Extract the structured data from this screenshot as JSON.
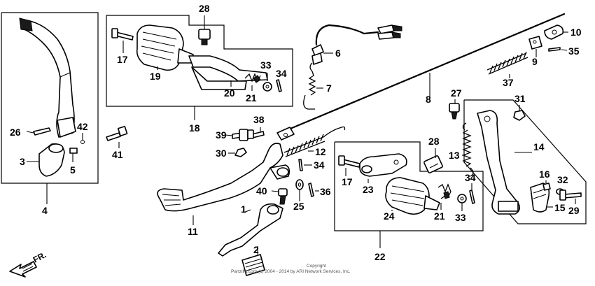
{
  "callouts": {
    "c1": "1",
    "c2": "2",
    "c3": "3",
    "c4": "4",
    "c5": "5",
    "c6": "6",
    "c7": "7",
    "c8": "8",
    "c9": "9",
    "c10": "10",
    "c11": "11",
    "c12": "12",
    "c13": "13",
    "c14": "14",
    "c15": "15",
    "c16": "16",
    "c17a": "17",
    "c17b": "17",
    "c18": "18",
    "c19": "19",
    "c20": "20",
    "c21a": "21",
    "c21b": "21",
    "c22": "22",
    "c23": "23",
    "c24": "24",
    "c25": "25",
    "c26": "26",
    "c27": "27",
    "c28a": "28",
    "c28b": "28",
    "c29": "29",
    "c30": "30",
    "c31": "31",
    "c32": "32",
    "c33a": "33",
    "c33b": "33",
    "c34a": "34",
    "c34b": "34",
    "c34c": "34",
    "c35": "35",
    "c36": "36",
    "c37": "37",
    "c38": "38",
    "c39": "39",
    "c40": "40",
    "c41": "41",
    "c42": "42"
  },
  "direction_label": "FR.",
  "copyright": {
    "line1": "Copyright",
    "line2": "Partzilla.com (c) 2004 - 2014 by ARI Network Services, Inc."
  }
}
